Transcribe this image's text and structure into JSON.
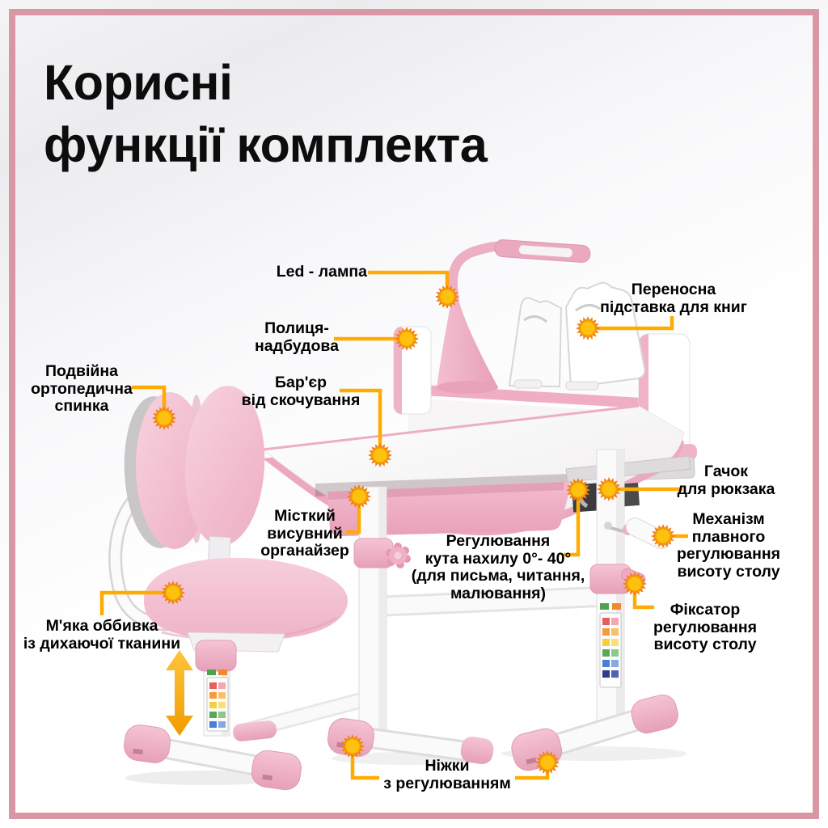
{
  "title": {
    "text": "Корисні\nфункції комплекта"
  },
  "callouts": {
    "led_lamp": {
      "label": "Led - лампа"
    },
    "shelf": {
      "label": "Полиця-\nнадбудова"
    },
    "book_stand": {
      "label": "Переносна\nпідставка для книг"
    },
    "backrest": {
      "label": "Подвійна\nортопедична\nспинка"
    },
    "barrier": {
      "label": "Бар'єр\nвід скочування"
    },
    "hook": {
      "label": "Гачок\nдля рюкзака"
    },
    "organizer": {
      "label": "Місткий\nвисувний\nорганайзер"
    },
    "mechanism": {
      "label": "Механізм\nплавного\nрегулювання\nвисоту столу"
    },
    "tilt": {
      "label": "Регулювання\nкута нахилу 0°- 40°\n(для письма, читання,\nмалювання)"
    },
    "height_lock": {
      "label": "Фіксатор\nрегулювання\nвисоту столу"
    },
    "upholstery": {
      "label": "М'яка оббивка\nіз дихаючої тканини"
    },
    "feet": {
      "label": "Ніжки\nз регулюванням"
    }
  },
  "icons": {
    "marker": "sunburst-marker",
    "height_arrow": "double-vertical-arrow"
  },
  "colors": {
    "frame_border": "#D996A5",
    "connector_line": "#FFAB00",
    "marker_spikes": "#F08019",
    "marker_fill": "#FFC110",
    "furniture_pink_light": "#F5CBDA",
    "furniture_pink_dark": "#E9A6BD",
    "title_text": "#0D0D0D",
    "label_text": "#000000",
    "background": "#FFFFFF"
  }
}
